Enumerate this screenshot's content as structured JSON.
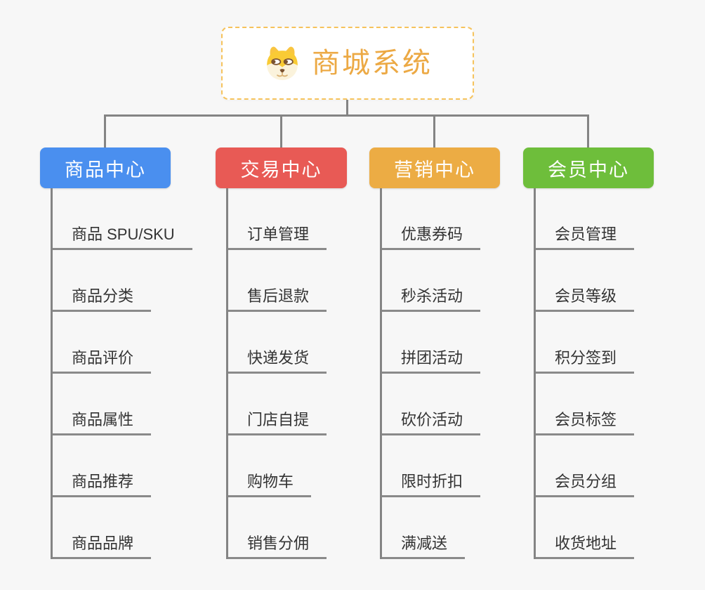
{
  "page": {
    "background_color": "#F7F7F7",
    "line_color": "#848484",
    "child_underline_color": "#8A8A8A",
    "child_text_color": "#333333"
  },
  "root": {
    "title": "商城系统",
    "icon": "shiba-dog-icon",
    "text_color": "#ECA944",
    "border_color": "#F6C35C",
    "background_color": "#FFFFFF"
  },
  "branches": [
    {
      "label": "商品中心",
      "color": "#4A8FEF",
      "children": [
        "商品 SPU/SKU",
        "商品分类",
        "商品评价",
        "商品属性",
        "商品推荐",
        "商品品牌"
      ]
    },
    {
      "label": "交易中心",
      "color": "#E85A55",
      "children": [
        "订单管理",
        "售后退款",
        "快递发货",
        "门店自提",
        "购物车",
        "销售分佣"
      ]
    },
    {
      "label": "营销中心",
      "color": "#ECAC44",
      "children": [
        "优惠券码",
        "秒杀活动",
        "拼团活动",
        "砍价活动",
        "限时折扣",
        "满减送"
      ]
    },
    {
      "label": "会员中心",
      "color": "#6EBE3B",
      "children": [
        "会员管理",
        "会员等级",
        "积分签到",
        "会员标签",
        "会员分组",
        "收货地址"
      ]
    }
  ]
}
